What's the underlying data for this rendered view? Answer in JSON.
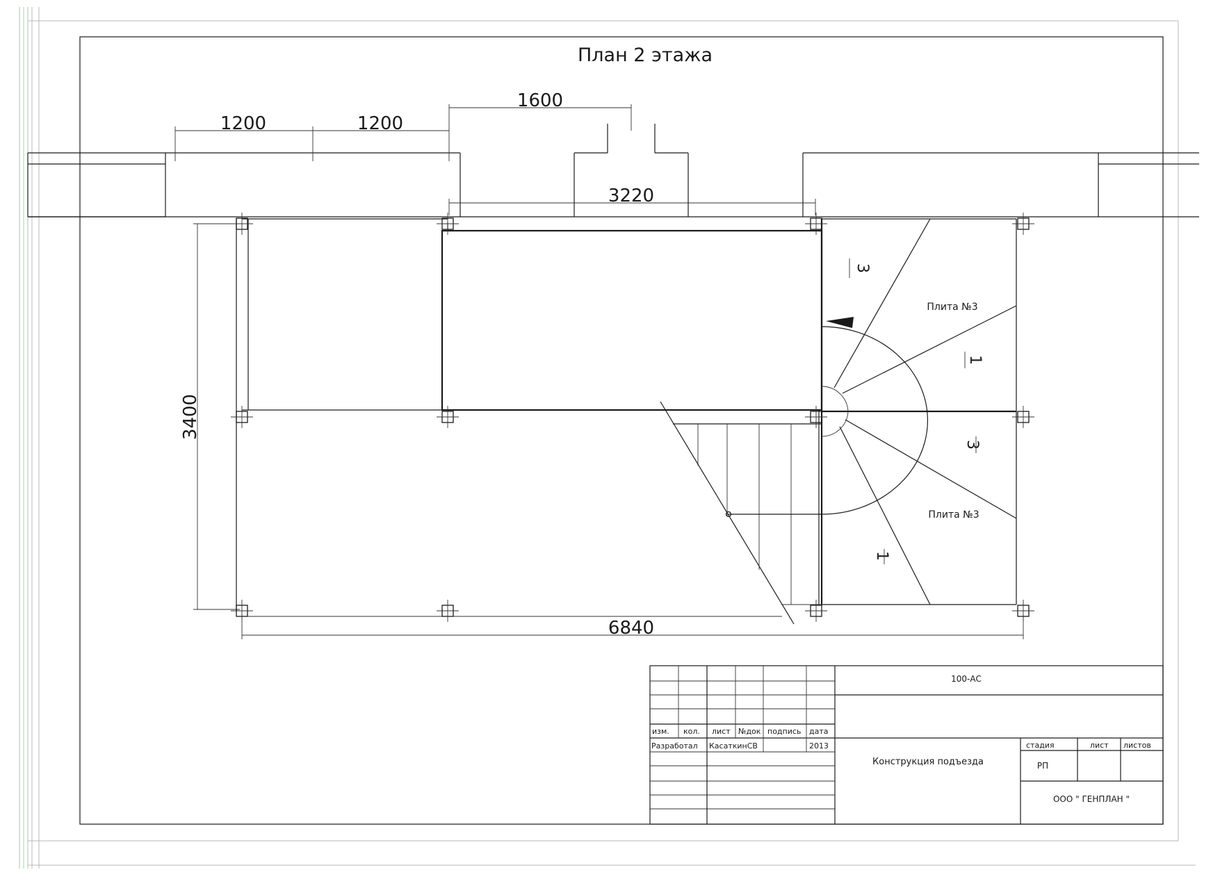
{
  "title": "План 2 этажа",
  "dimensions": {
    "d1": "1200",
    "d2": "1200",
    "d3": "1600",
    "d4": "3220",
    "d5": "3400",
    "d6": "6840"
  },
  "plan_labels": {
    "slab_top": "Плита №3",
    "slab_bottom": "Плита №3",
    "mark_3_top": "3",
    "mark_1_top": "1",
    "mark_3_bottom": "3",
    "mark_1_bottom": "1"
  },
  "title_block": {
    "code": "100-АС",
    "headers": [
      "изм.",
      "кол.",
      "лист",
      "№док",
      "подпись",
      "дата"
    ],
    "developed_label": "Разработал",
    "developer": "КасаткинСВ",
    "year": "2013",
    "object_name": "Конструкция подъезда",
    "stage_label": "стадия",
    "sheet_label": "лист",
    "sheets_label": "листов",
    "stage_value": "РП",
    "company": "ООО \" ГЕНПЛАН \""
  }
}
